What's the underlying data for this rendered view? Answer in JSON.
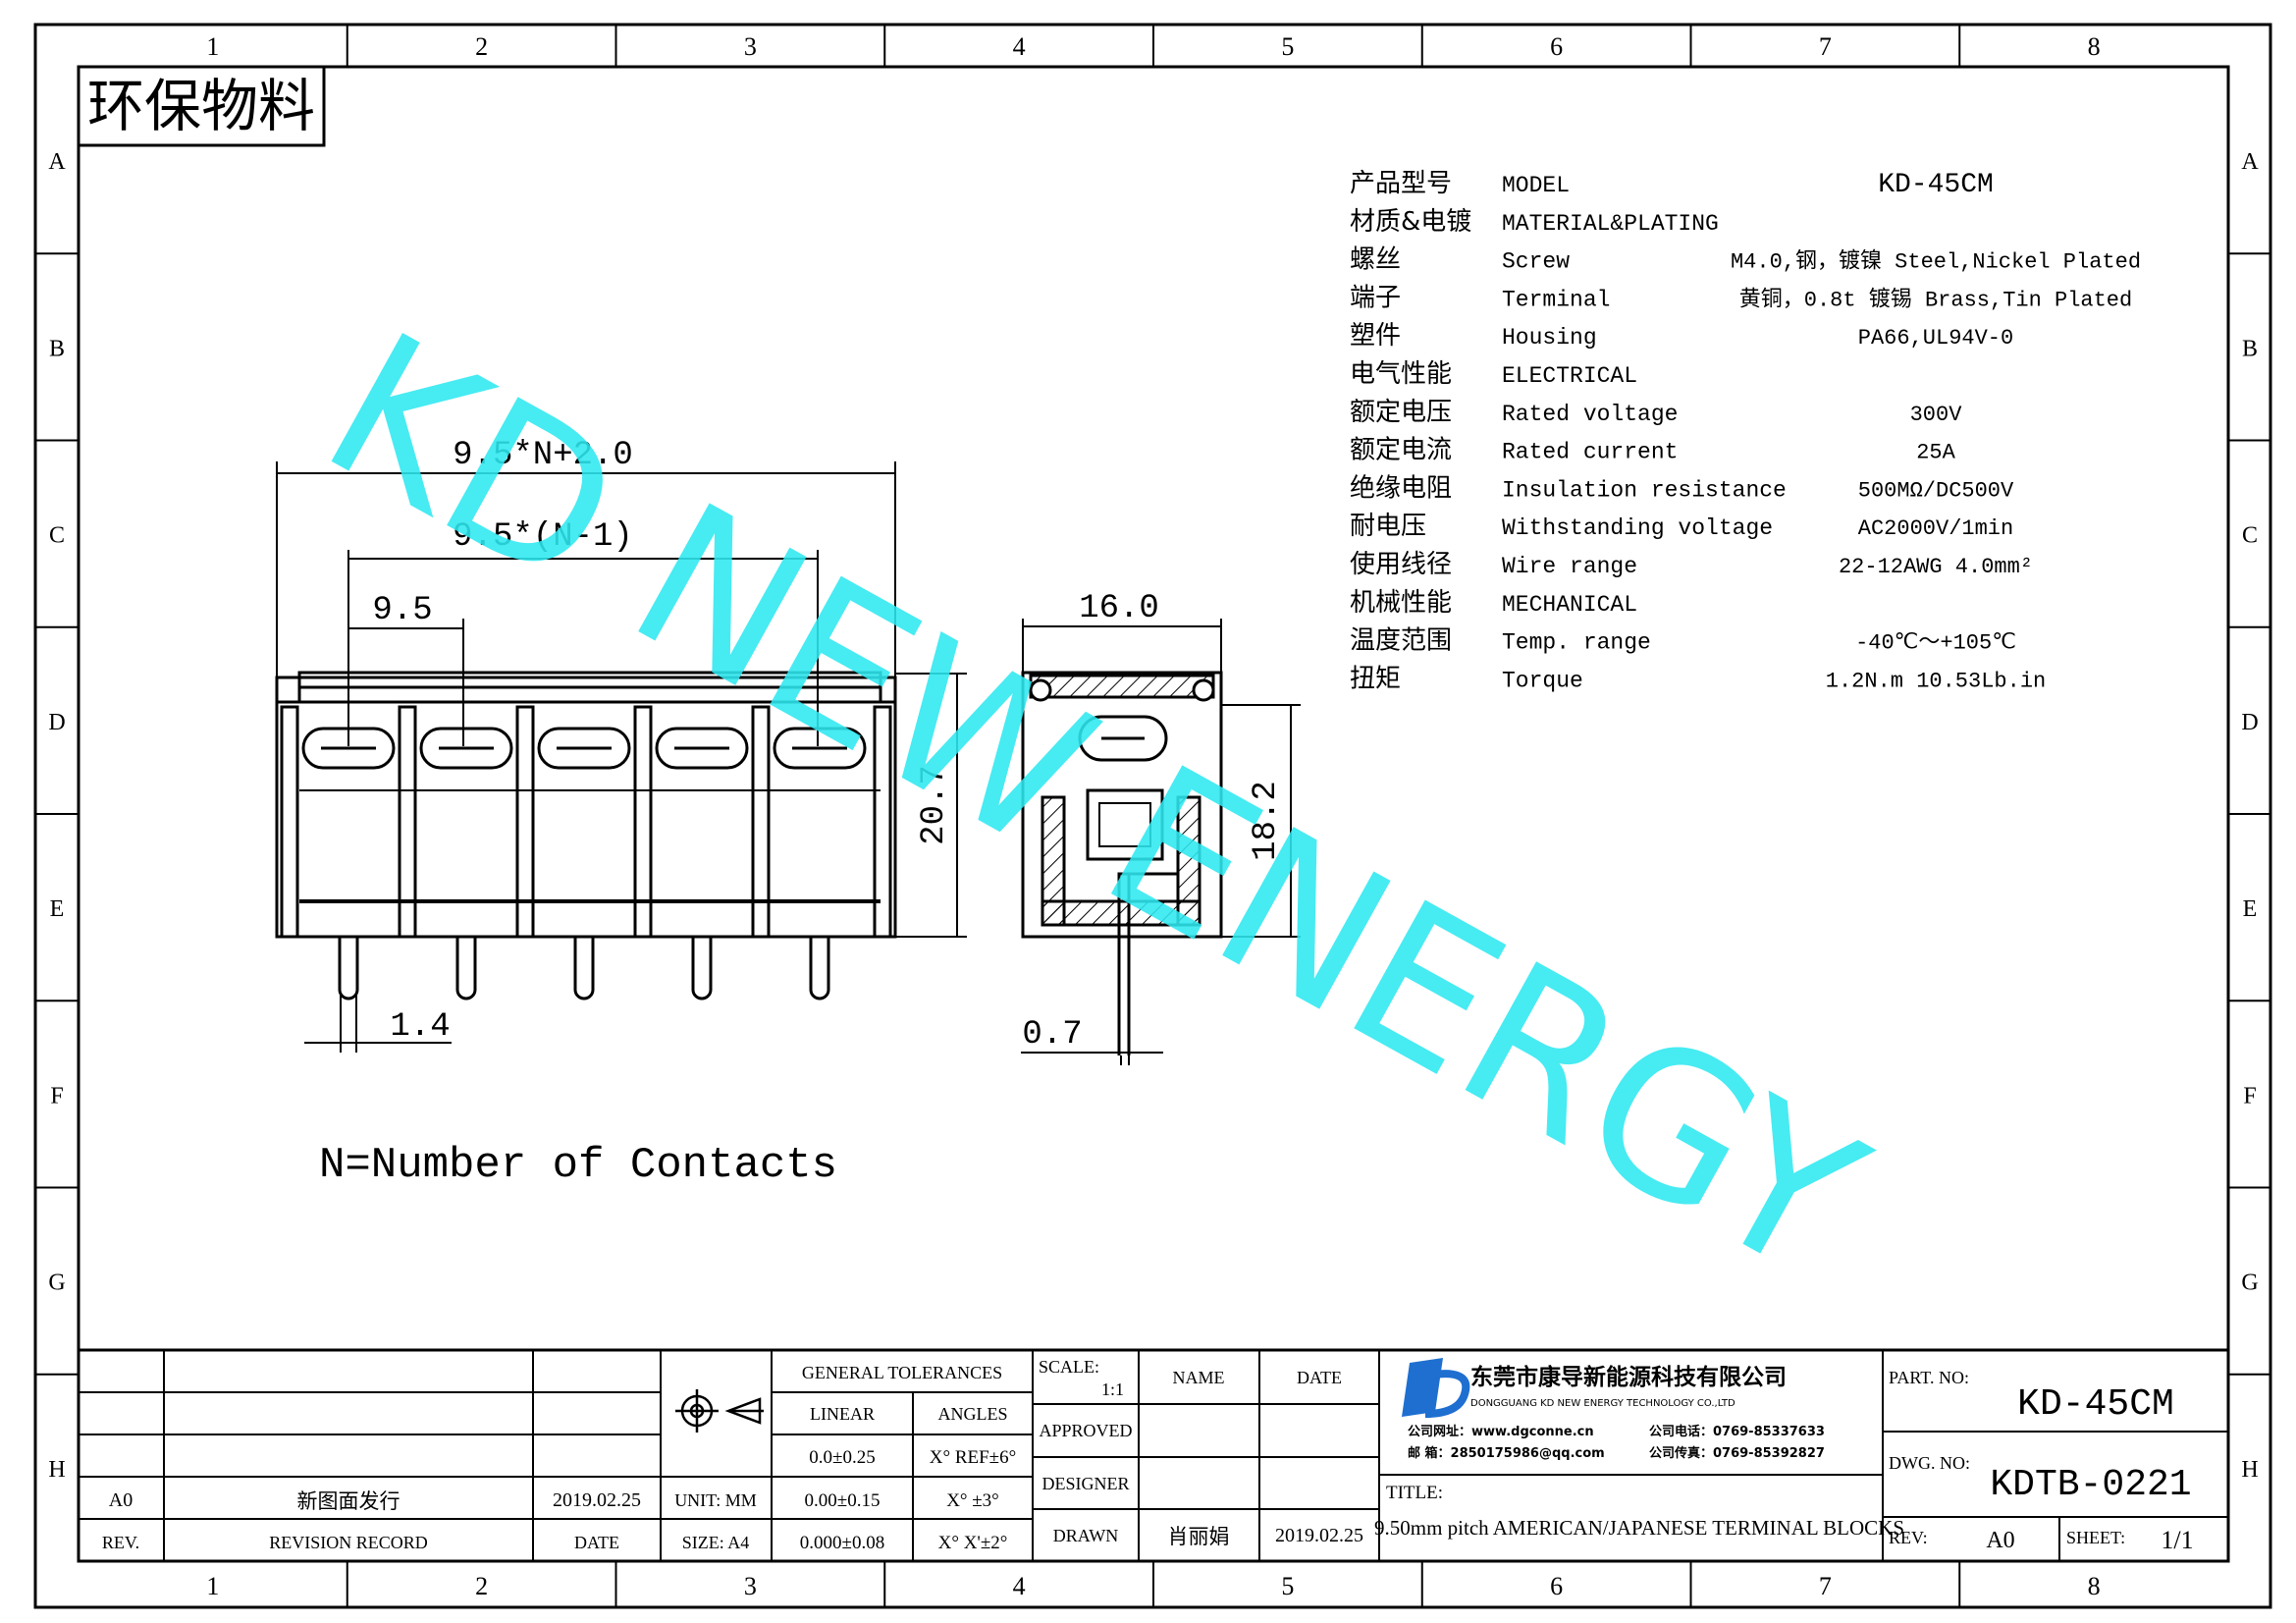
{
  "stamp": "环保物料",
  "watermark": "KD NEW ENERGY",
  "grid": {
    "columns": [
      "1",
      "2",
      "3",
      "4",
      "5",
      "6",
      "7",
      "8"
    ],
    "rows": [
      "A",
      "B",
      "C",
      "D",
      "E",
      "F",
      "G",
      "H"
    ]
  },
  "specs": [
    {
      "cn": "产品型号",
      "en": "MODEL",
      "value": "KD-45CM"
    },
    {
      "cn": "材质&电镀",
      "en": "MATERIAL&PLATING",
      "value": ""
    },
    {
      "cn": "螺丝",
      "en": "Screw",
      "value": "M4.0,钢，镀镍 Steel,Nickel Plated"
    },
    {
      "cn": "端子",
      "en": "Terminal",
      "value": "黄铜，0.8t 镀锡 Brass,Tin Plated"
    },
    {
      "cn": "塑件",
      "en": "Housing",
      "value": "PA66,UL94V-0"
    },
    {
      "cn": "电气性能",
      "en": "ELECTRICAL",
      "value": ""
    },
    {
      "cn": "额定电压",
      "en": "Rated voltage",
      "value": "300V"
    },
    {
      "cn": "额定电流",
      "en": "Rated current",
      "value": "25A"
    },
    {
      "cn": "绝缘电阻",
      "en": "Insulation resistance",
      "value": "500MΩ/DC500V"
    },
    {
      "cn": "耐电压",
      "en": "Withstanding voltage",
      "value": "AC2000V/1min"
    },
    {
      "cn": "使用线径",
      "en": "Wire range",
      "value": "22-12AWG 4.0mm²"
    },
    {
      "cn": "机械性能",
      "en": "MECHANICAL",
      "value": ""
    },
    {
      "cn": "温度范围",
      "en": "Temp. range",
      "value": "-40℃～+105℃"
    },
    {
      "cn": "扭矩",
      "en": "Torque",
      "value": "1.2N.m  10.53Lb.in"
    }
  ],
  "dims": {
    "overall": "9.5*N+2.0",
    "span": "9.5*(N-1)",
    "pitch": "9.5",
    "pin_width": "1.4",
    "height": "20.7",
    "depth": "16.0",
    "side_height": "18.2",
    "side_pin": "0.7"
  },
  "note": "N=Number of Contacts",
  "title_block": {
    "revision": {
      "rev": "A0",
      "record": "新图面发行",
      "date": "2019.02.25"
    },
    "headers": {
      "rev": "REV.",
      "record": "REVISION RECORD",
      "date": "DATE"
    },
    "unit_label": "UNIT: MM",
    "size_label": "SIZE: A4",
    "tolerances": {
      "title": "GENERAL TOLERANCES",
      "linear": "LINEAR",
      "angles": "ANGLES",
      "rows": [
        {
          "linear": "0.0±0.25",
          "angle": "X° REF±6°"
        },
        {
          "linear": "0.00±0.15",
          "angle": "X° ±3°"
        },
        {
          "linear": "0.000±0.08",
          "angle": "X° X'±2°"
        }
      ]
    },
    "scale_label": "SCALE:",
    "scale_value": "1:1",
    "name_label": "NAME",
    "date_label": "DATE",
    "approved": "APPROVED",
    "designer": "DESIGNER",
    "drawn": "DRAWN",
    "drawn_name": "肖丽娟",
    "drawn_date": "2019.02.25",
    "company_cn": "东莞市康导新能源科技有限公司",
    "company_en": "DONGGUANG KD NEW ENERGY TECHNOLOGY CO.,LTD",
    "website": "公司网址：www.dgconne.cn",
    "phone": "公司电话：0769-85337633",
    "email": "邮  箱：2850175986@qq.com",
    "fax": "公司传真：0769-85392827",
    "title_label": "TITLE:",
    "title": "9.50mm pitch AMERICAN/JAPANESE TERMINAL BLOCKS",
    "part_no_label": "PART. NO:",
    "part_no": "KD-45CM",
    "dwg_no_label": "DWG. NO:",
    "dwg_no": "KDTB-0221",
    "rev_label": "REV:",
    "rev_value": "A0",
    "sheet_label": "SHEET:",
    "sheet_value": "1/1"
  },
  "colors": {
    "watermark": "#2EE8F0",
    "logo": "#1E6FD0"
  }
}
